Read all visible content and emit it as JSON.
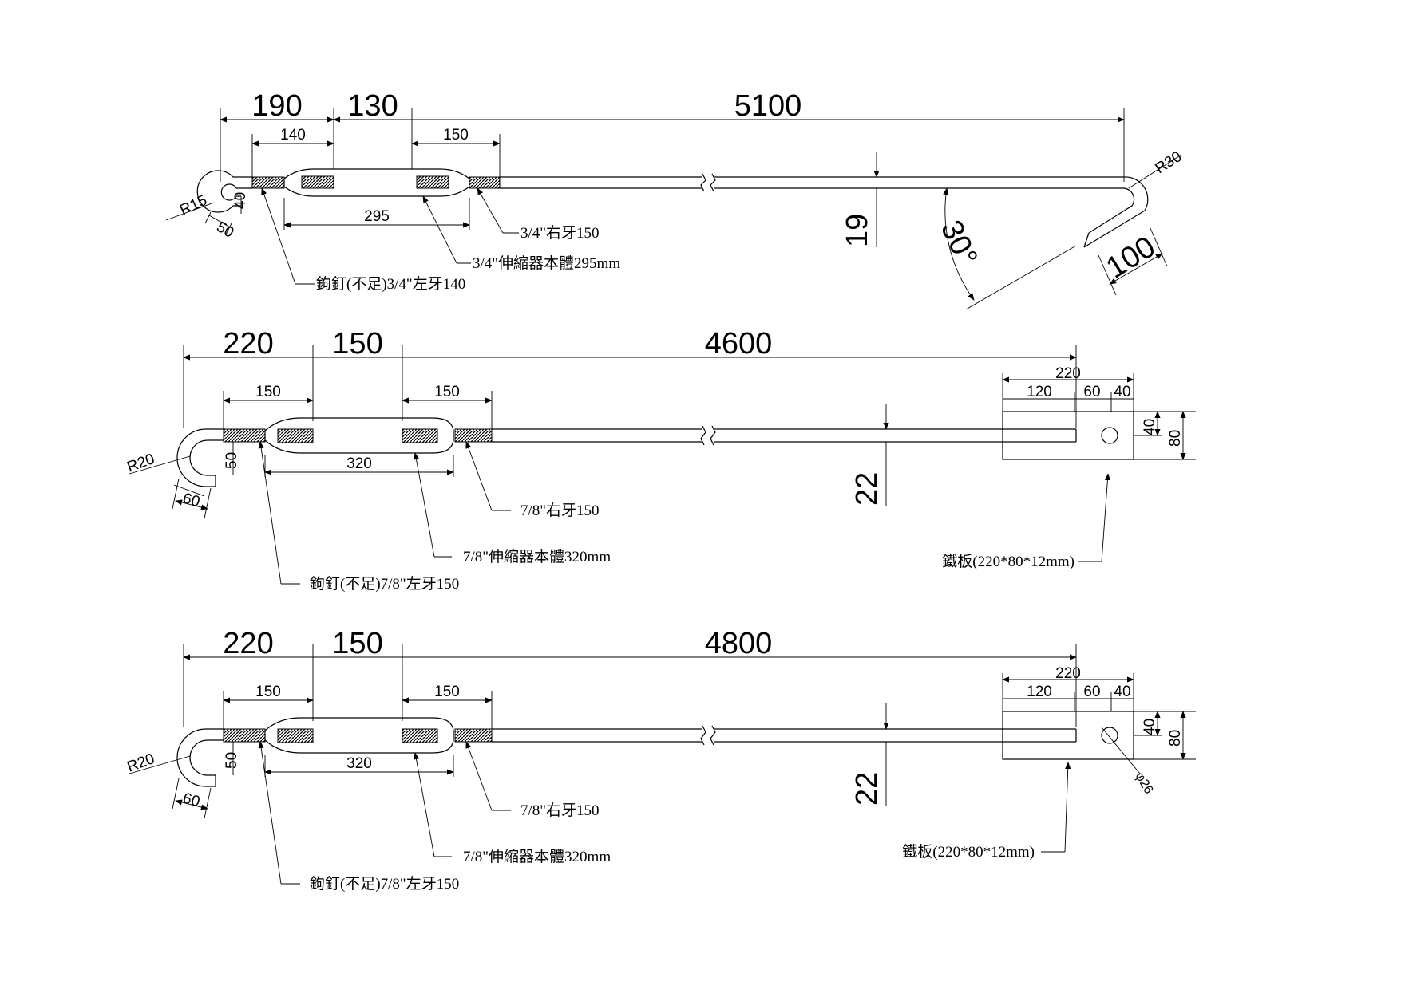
{
  "colors": {
    "line": "#000000",
    "background": "#ffffff"
  },
  "row1": {
    "dim_total_left": "190",
    "dim_total_mid": "130",
    "dim_total_long": "5100",
    "dim_thread_left": "140",
    "dim_thread_right": "150",
    "dim_body": "295",
    "radius_hook": "R15",
    "radius_end": "R30",
    "dim_hook_h": "40",
    "dim_hook_w": "50",
    "dim_rod": "19",
    "angle": "30°",
    "dim_end_leg": "100",
    "note_right_thread": "3/4\"右牙150",
    "note_body": "3/4\"伸縮器本體295mm",
    "note_hook": "鉤釘(不足)3/4\"左牙140"
  },
  "row2": {
    "dim_total_left": "220",
    "dim_total_mid": "150",
    "dim_total_long": "4600",
    "dim_thread_left": "150",
    "dim_thread_right": "150",
    "dim_body": "320",
    "radius_hook": "R20",
    "dim_hook_h": "50",
    "dim_hook_w": "60",
    "dim_rod": "22",
    "plate_total": "220",
    "plate_a": "120",
    "plate_b": "60",
    "plate_c": "40",
    "plate_h1": "40",
    "plate_h2": "80",
    "note_right_thread": "7/8\"右牙150",
    "note_body": "7/8\"伸縮器本體320mm",
    "note_hook": "鉤釘(不足)7/8\"左牙150",
    "note_plate": "鐵板(220*80*12mm)"
  },
  "row3": {
    "dim_total_left": "220",
    "dim_total_mid": "150",
    "dim_total_long": "4800",
    "dim_thread_left": "150",
    "dim_thread_right": "150",
    "dim_body": "320",
    "radius_hook": "R20",
    "dim_hook_h": "50",
    "dim_hook_w": "60",
    "dim_rod": "22",
    "plate_total": "220",
    "plate_a": "120",
    "plate_b": "60",
    "plate_c": "40",
    "plate_h1": "40",
    "plate_h2": "80",
    "hole_dia": "φ26",
    "note_right_thread": "7/8\"右牙150",
    "note_body": "7/8\"伸縮器本體320mm",
    "note_hook": "鉤釘(不足)7/8\"左牙150",
    "note_plate": "鐵板(220*80*12mm)"
  }
}
